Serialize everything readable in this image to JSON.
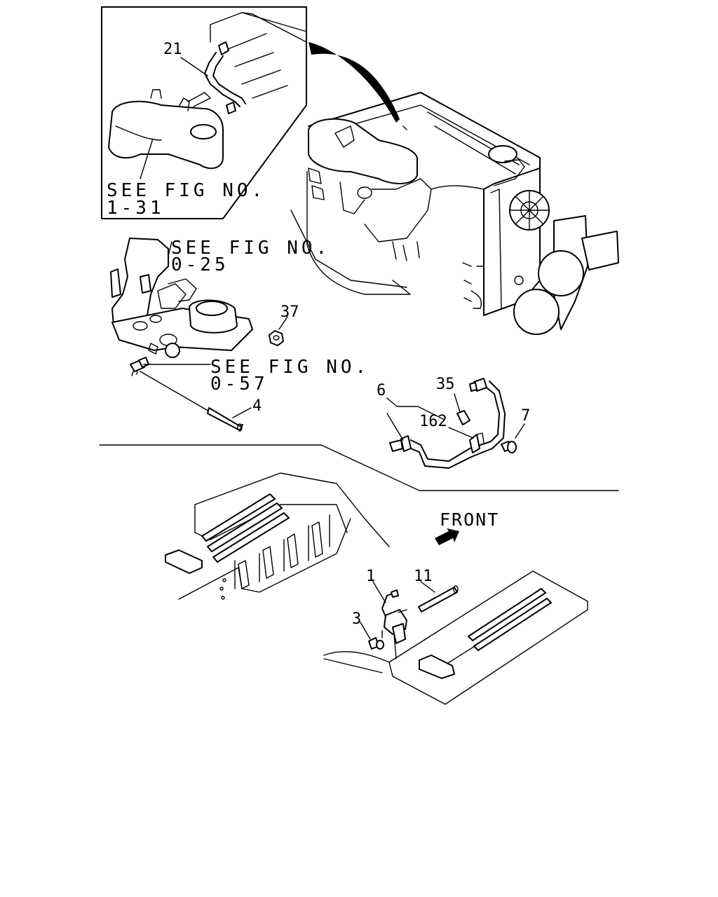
{
  "callouts": {
    "c21": "21",
    "c37": "37",
    "c4": "4",
    "c6": "6",
    "c35": "35",
    "c162": "162",
    "c7": "7",
    "c1": "1",
    "c11": "11",
    "c3": "3"
  },
  "refs": {
    "r131_line1": "SEE FIG NO.",
    "r131_line2": "1-31",
    "r025_line1": "SEE FIG NO.",
    "r025_line2": "0-25",
    "r057_line1": "SEE FIG NO.",
    "r057_line2": "0-57"
  },
  "direction": {
    "label": "FRONT",
    "arrow_icon": "arrow-forward-icon"
  },
  "colors": {
    "ink": "#000000",
    "paper": "#ffffff"
  }
}
